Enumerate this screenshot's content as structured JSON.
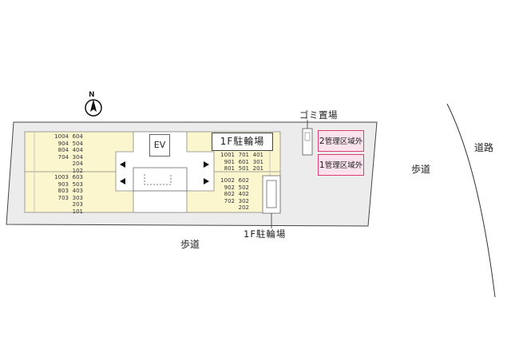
{
  "labels": {
    "north": "N",
    "ev": "EV",
    "bicycle_parking_box": "1F駐輪場",
    "bicycle_parking_below": "1F駐輪場",
    "garbage": "ゴミ置場",
    "road": "道路",
    "sidewalk_right": "歩道",
    "sidewalk_bottom": "歩道"
  },
  "zones": [
    {
      "num": "2",
      "text": "管理区域外"
    },
    {
      "num": "1",
      "text": "管理区域外"
    }
  ],
  "units": {
    "top_left": [
      [
        "1004",
        "604"
      ],
      [
        "904",
        "504"
      ],
      [
        "804",
        "404"
      ],
      [
        "704",
        "304"
      ],
      [
        "",
        "204"
      ],
      [
        "",
        "102"
      ]
    ],
    "bottom_left": [
      [
        "1003",
        "603"
      ],
      [
        "903",
        "503"
      ],
      [
        "803",
        "403"
      ],
      [
        "703",
        "303"
      ],
      [
        "",
        "203"
      ],
      [
        "",
        "101"
      ]
    ],
    "top_right": [
      [
        "1001",
        "701",
        "401"
      ],
      [
        "901",
        "601",
        "301"
      ],
      [
        "801",
        "501",
        "201"
      ]
    ],
    "bottom_right": [
      [
        "1002",
        "602"
      ],
      [
        "902",
        "502"
      ],
      [
        "802",
        "402"
      ],
      [
        "702",
        "302"
      ],
      [
        "",
        "202"
      ]
    ]
  },
  "colors": {
    "building_fill": "#fcf6cf",
    "lot_fill": "#ececec",
    "zone_fill": "#fbe3ee",
    "zone_border": "#d9406f"
  }
}
